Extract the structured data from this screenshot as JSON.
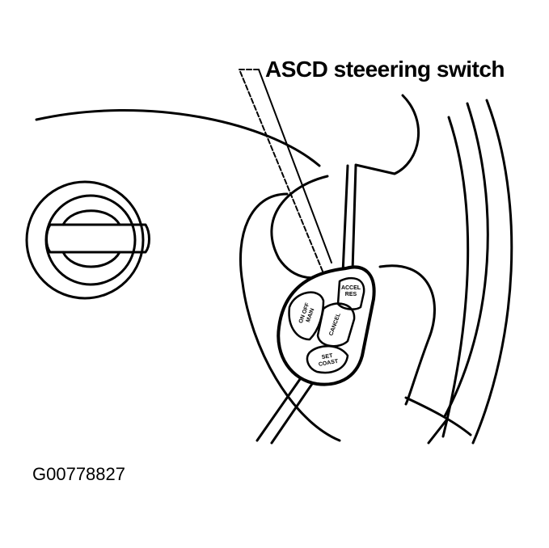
{
  "callout_label": "ASCD steeering switch",
  "figure_id": "G00778827",
  "switch_buttons": [
    {
      "id": "res-accel",
      "lines": [
        "ACCEL",
        "RES"
      ]
    },
    {
      "id": "set-coast",
      "lines": [
        "SET",
        "COAST"
      ]
    },
    {
      "id": "cancel",
      "lines": [
        "CANCEL"
      ]
    },
    {
      "id": "on-off",
      "lines": [
        "ON OFF",
        "MAIN"
      ]
    }
  ]
}
